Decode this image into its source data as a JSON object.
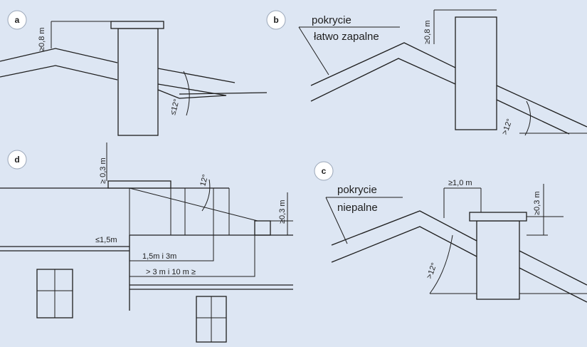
{
  "panels": {
    "a": {
      "badge": "a",
      "height_label": "≥0,8 m",
      "angle_label": "≤12°"
    },
    "b": {
      "badge": "b",
      "cover_line1": "pokrycie",
      "cover_line2": "łatwo zapalne",
      "height_label": "≥0,8 m",
      "angle_label": ">12°"
    },
    "c": {
      "badge": "c",
      "cover_line1": "pokrycie",
      "cover_line2": "niepalne",
      "width_label": "≥1,0 m",
      "height_label": "≥0,3 m",
      "angle_label": ">12°"
    },
    "d": {
      "badge": "d",
      "top_height_label": "≥ 0,3 m",
      "angle_label": "12°",
      "right_height_label": "≥0,3 m",
      "left_dist_label": "≤1,5m",
      "mid_dist_label": "1,5m i 3m",
      "far_dist_label": "> 3 m i 10 m ≥"
    }
  }
}
